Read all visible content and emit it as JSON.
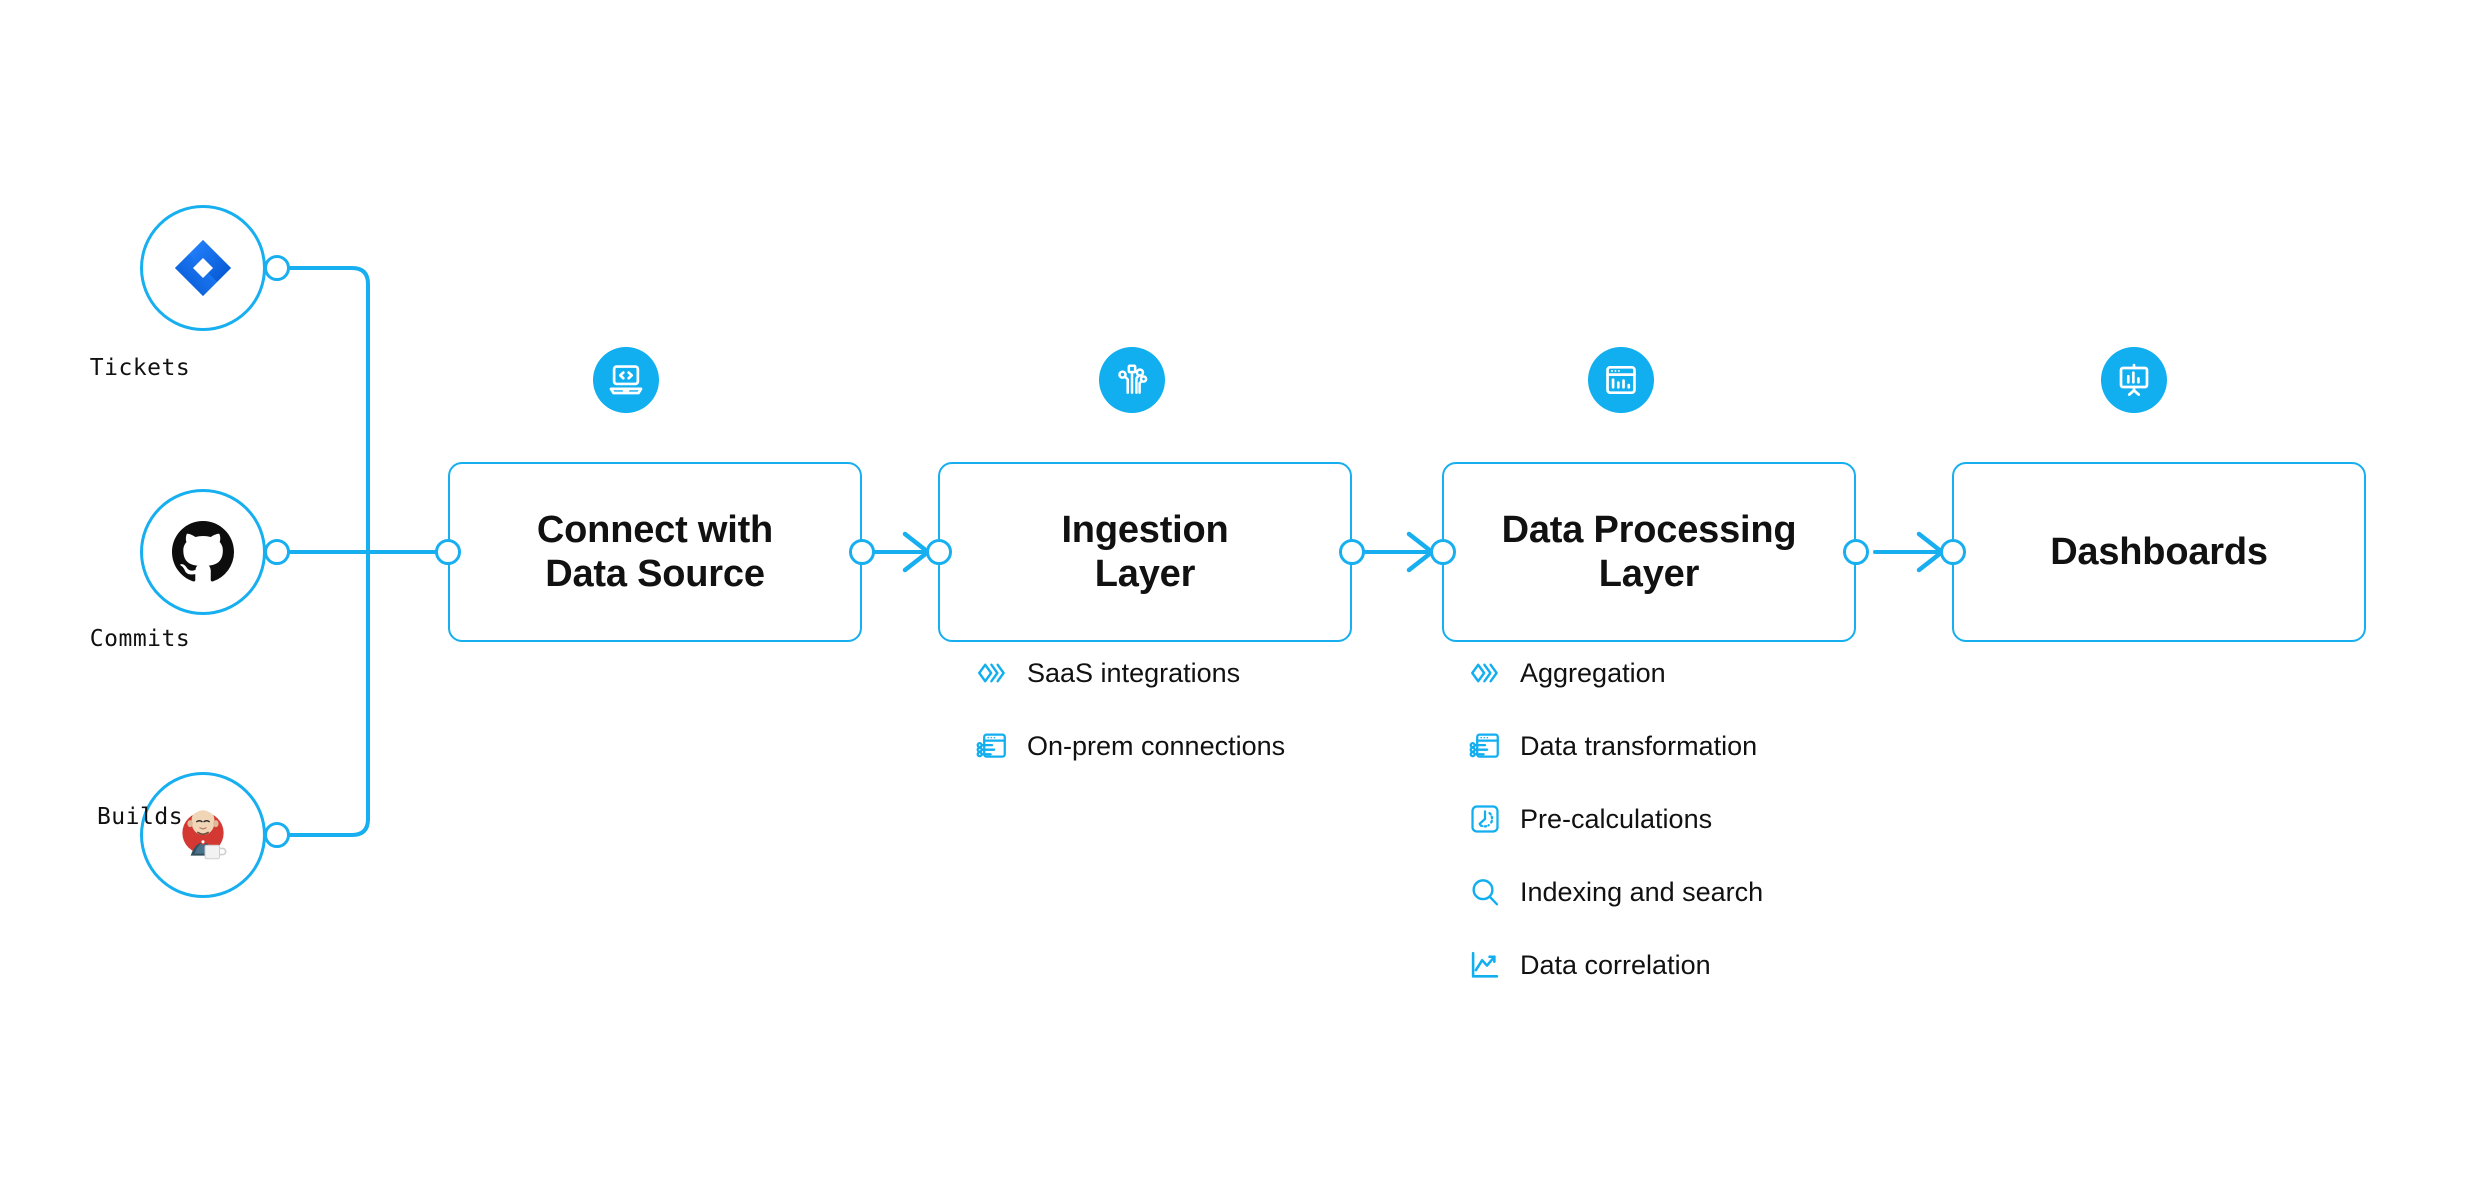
{
  "diagram": {
    "title": "Data platform pipeline",
    "accent_color": "#11AEF0",
    "line_color": "#17AFF0",
    "text_color": "#111111",
    "background": "#FFFFFF"
  },
  "sources": [
    {
      "id": "tickets",
      "label": "Tickets",
      "icon": "jira-icon",
      "icon_color": "#2684FF"
    },
    {
      "id": "commits",
      "label": "Commits",
      "icon": "github-icon",
      "icon_color": "#0D0D0D"
    },
    {
      "id": "builds",
      "label": "Builds",
      "icon": "jenkins-icon",
      "icon_color": "#D33833"
    }
  ],
  "stages": [
    {
      "id": "connect",
      "title": "Connect with Data Source",
      "title_lines": [
        "Connect with",
        "Data Source"
      ],
      "badge_icon": "laptop-code-icon",
      "features": []
    },
    {
      "id": "ingestion",
      "title": "Ingestion Layer",
      "title_lines": [
        "Ingestion",
        "Layer"
      ],
      "badge_icon": "circuit-nodes-icon",
      "features": [
        {
          "label": "SaaS integrations",
          "icon": "layers-chevron-icon"
        },
        {
          "label": "On-prem connections",
          "icon": "window-connections-icon"
        }
      ]
    },
    {
      "id": "processing",
      "title": "Data Processing Layer",
      "title_lines": [
        "Data Processing",
        "Layer"
      ],
      "badge_icon": "window-barchart-icon",
      "features": [
        {
          "label": "Aggregation",
          "icon": "layers-chevron-icon"
        },
        {
          "label": "Data transformation",
          "icon": "window-connections-icon"
        },
        {
          "label": "Pre-calculations",
          "icon": "gauge-square-icon"
        },
        {
          "label": "Indexing and search",
          "icon": "magnifier-icon"
        },
        {
          "label": "Data correlation",
          "icon": "line-chart-icon"
        }
      ]
    },
    {
      "id": "dashboards",
      "title": "Dashboards",
      "title_lines": [
        "Dashboards"
      ],
      "badge_icon": "presentation-chart-icon",
      "features": []
    }
  ],
  "connectors": [
    {
      "from": "tickets",
      "to": "connect",
      "style": "elbow"
    },
    {
      "from": "commits",
      "to": "connect",
      "style": "straight"
    },
    {
      "from": "builds",
      "to": "connect",
      "style": "elbow"
    },
    {
      "from": "connect",
      "to": "ingestion",
      "style": "arrow"
    },
    {
      "from": "ingestion",
      "to": "processing",
      "style": "arrow"
    },
    {
      "from": "processing",
      "to": "dashboards",
      "style": "arrow"
    }
  ]
}
